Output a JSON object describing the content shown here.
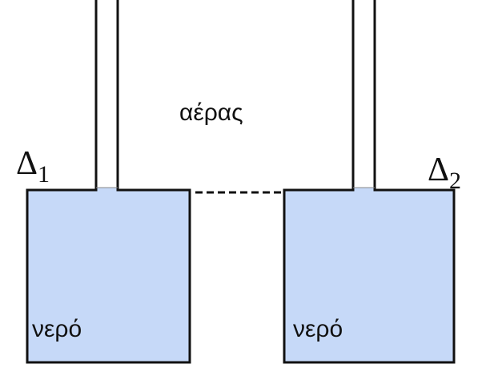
{
  "labels": {
    "air": "αέρας",
    "water_left": "νερό",
    "water_right": "νερό",
    "container_left": "Δ",
    "container_left_sub": "1",
    "container_right": "Δ",
    "container_right_sub": "2"
  },
  "colors": {
    "water": "#c6d9f8",
    "stroke": "#111111"
  }
}
